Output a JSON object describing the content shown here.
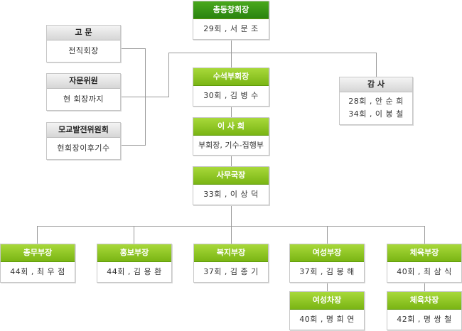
{
  "chairman": {
    "title": "총동창회장",
    "lines": [
      "29회 , 서  문  조"
    ]
  },
  "advisor": {
    "title": "고    문",
    "lines": [
      "전직회장"
    ]
  },
  "advisory_committee": {
    "title": "자문위원",
    "lines": [
      "현 회장까지"
    ]
  },
  "development_committee": {
    "title": "모교발전위원회",
    "lines": [
      "현회장이후기수"
    ]
  },
  "senior_vp": {
    "title": "수석부회장",
    "lines": [
      "30회 , 김  병  수"
    ]
  },
  "auditor": {
    "title": "감    사",
    "lines": [
      "28회 , 안  순  희",
      "34회 , 이  봉  철"
    ]
  },
  "board": {
    "title": "이  사  회",
    "lines": [
      "부회장, 기수-집행부"
    ]
  },
  "secretary_general": {
    "title": "사무국장",
    "lines": [
      "33회 , 이  상  덕"
    ]
  },
  "departments": [
    {
      "title": "총무부장",
      "lines": [
        "44회 , 최  우  점"
      ]
    },
    {
      "title": "홍보부장",
      "lines": [
        "44회 , 김  용  환"
      ]
    },
    {
      "title": "복지부장",
      "lines": [
        "37회 , 김  종  기"
      ]
    },
    {
      "title": "여성부장",
      "lines": [
        "37회 , 김  봉  해"
      ]
    },
    {
      "title": "체육부장",
      "lines": [
        "40회 , 최  삼  식"
      ]
    }
  ],
  "sub_departments": [
    {
      "title": "여성차장",
      "lines": [
        "40회 , 명  희  연"
      ]
    },
    {
      "title": "체육차장",
      "lines": [
        "42회 , 명  쌍  철"
      ]
    }
  ]
}
